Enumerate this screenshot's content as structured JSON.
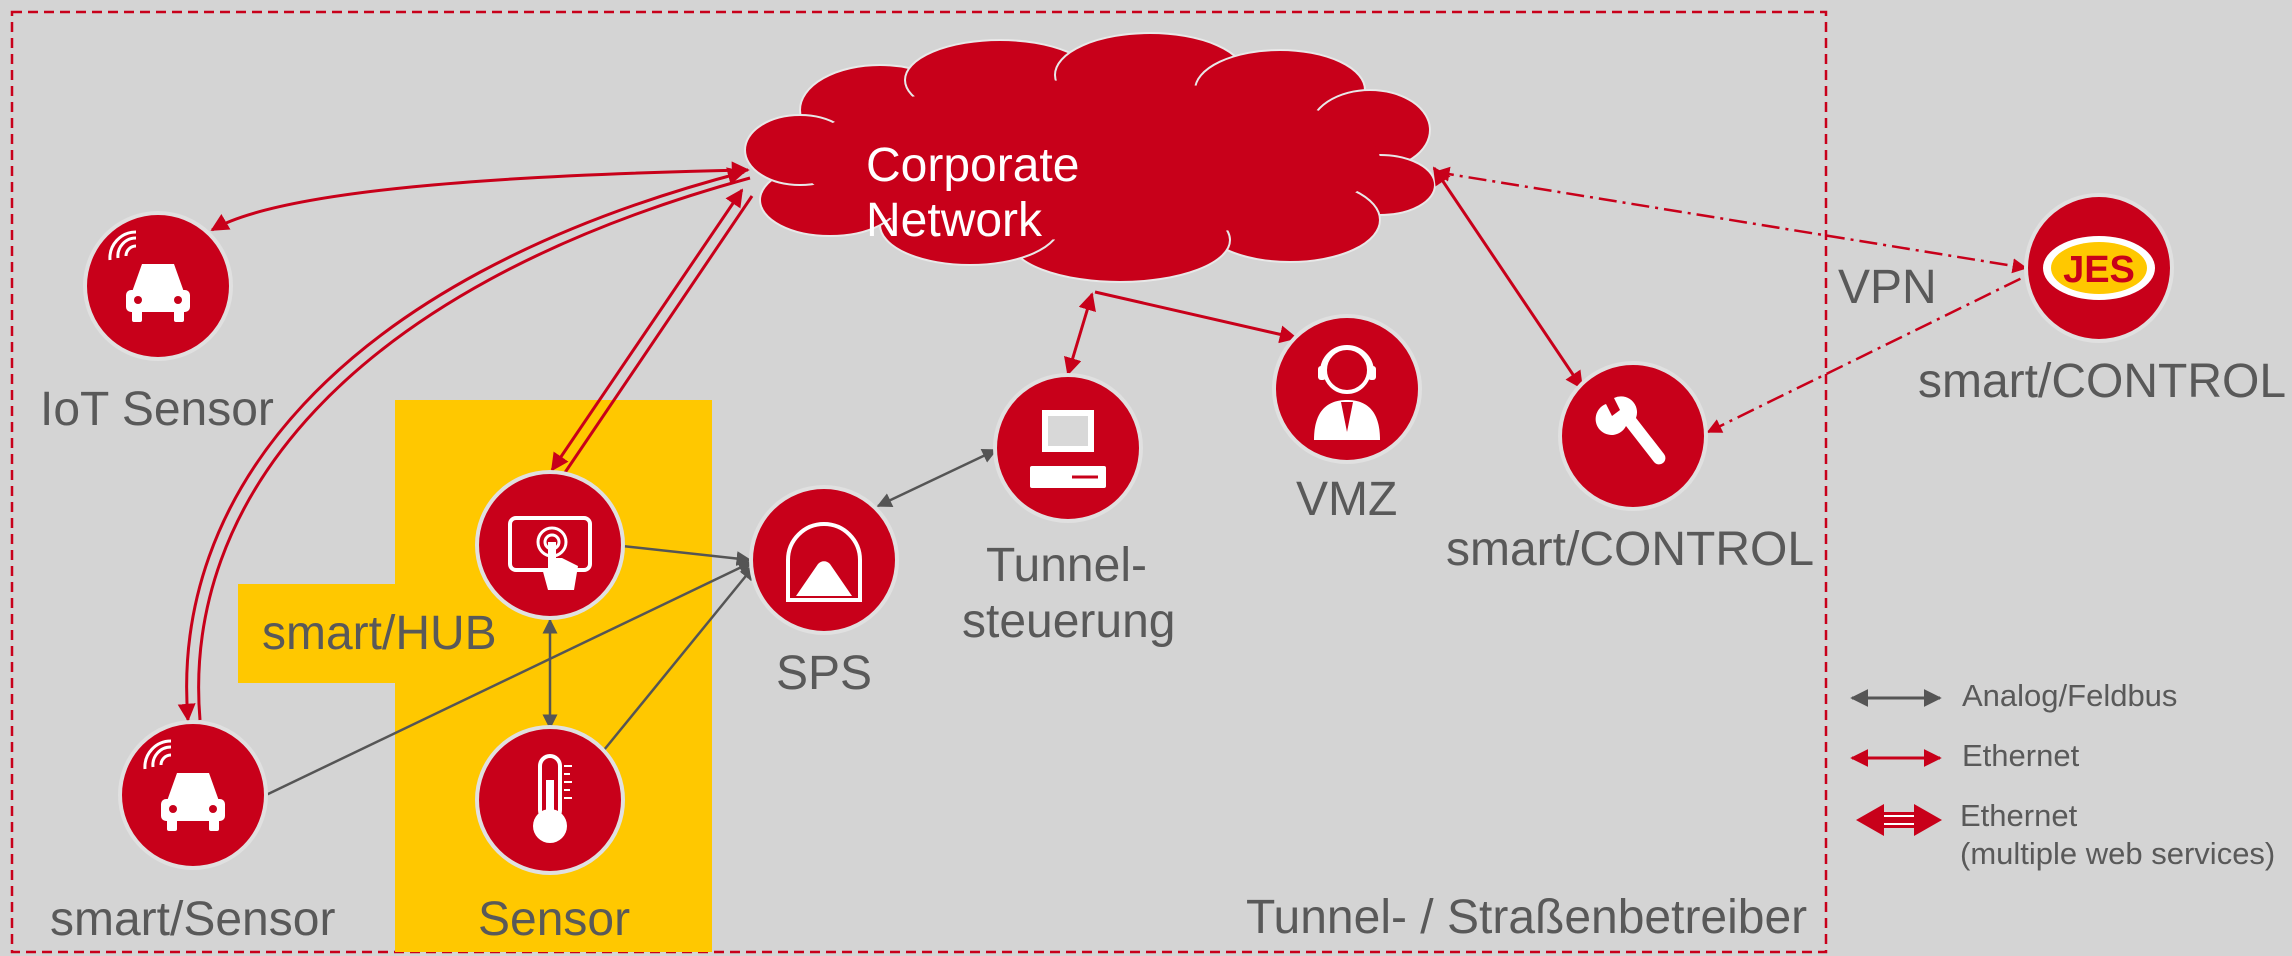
{
  "diagram": {
    "cloud": {
      "title": "Corporate Network"
    },
    "area_label": "Tunnel- / Straßenbetreiber",
    "vpn_label": "VPN",
    "nodes": {
      "iot_sensor": {
        "label": "IoT Sensor",
        "icon": "car-wireless-icon"
      },
      "smart_hub": {
        "label": "smart/HUB",
        "icon": "touchscreen-icon"
      },
      "smart_sensor": {
        "label": "smart/Sensor",
        "icon": "car-wireless-icon"
      },
      "sensor": {
        "label": "Sensor",
        "icon": "thermometer-icon"
      },
      "sps": {
        "label": "SPS",
        "icon": "tunnel-icon"
      },
      "tunnelsteuerung": {
        "label_line1": "Tunnel-",
        "label_line2": "steuerung",
        "icon": "computer-icon"
      },
      "vmz": {
        "label": "VMZ",
        "icon": "operator-headset-icon"
      },
      "smart_control_local": {
        "label": "smart/CONTROL",
        "icon": "wrench-icon"
      },
      "smart_control_remote": {
        "label": "smart/CONTROL",
        "logo": "JES"
      }
    },
    "legend": [
      {
        "label": "Analog/Feldbus",
        "line": "grey-thin"
      },
      {
        "label": "Ethernet",
        "line": "red-thin"
      },
      {
        "label_line1": "Ethernet",
        "label_line2": "(multiple web services)",
        "line": "red-double"
      }
    ],
    "colors": {
      "background": "#d4d4d4",
      "accent_red": "#c8001a",
      "highlight_yellow": "#ffc800",
      "text_grey": "#595959",
      "link_grey": "#555555"
    }
  }
}
